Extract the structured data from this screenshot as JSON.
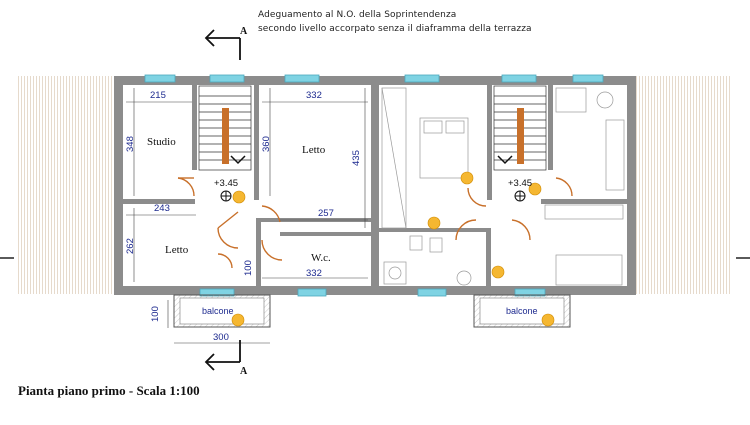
{
  "note": {
    "line1": "Adeguamento al N.O. della Soprintendenza",
    "line2": "secondo livello accorpato senza il diaframma della terrazza"
  },
  "caption": "Pianta piano primo - Scala 1:100",
  "section_marker": "A",
  "rooms": {
    "studio": "Studio",
    "letto_top": "Letto",
    "letto_bottom": "Letto",
    "wc": "W.c."
  },
  "dimensions": {
    "d215": "215",
    "d332_top": "332",
    "d348": "348",
    "d360": "360",
    "d435": "435",
    "d243": "243",
    "d257": "257",
    "d262": "262",
    "d100_wc": "100",
    "d332_wc": "332",
    "d100_balcony": "100",
    "d300": "300"
  },
  "levels": {
    "left": "+3.45",
    "right": "+3.45"
  },
  "balconies": {
    "left": "balcone",
    "right": "balcone"
  },
  "colors": {
    "wall": "#8c8c8c",
    "window": "#7fd3e3",
    "door": "#c8702a",
    "dim_text": "#1d2a8f",
    "marker": "#f5b731"
  }
}
